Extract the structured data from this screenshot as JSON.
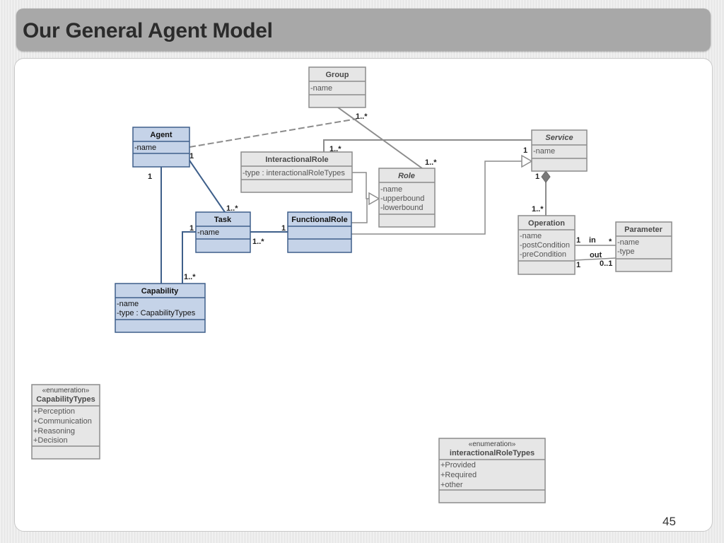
{
  "slide": {
    "title": "Our General Agent Model",
    "page_number": "45"
  },
  "colors": {
    "blue_fill": "#c5d3e8",
    "blue_stroke": "#3e5f8a",
    "gray_fill": "#e6e6e6",
    "gray_stroke": "#8c8c8c",
    "title_bar": "#a8a8a8"
  },
  "classes": {
    "group": {
      "name": "Group",
      "attributes": [
        "-name"
      ]
    },
    "agent": {
      "name": "Agent",
      "attributes": [
        "-name"
      ]
    },
    "interactional_role": {
      "name": "InteractionalRole",
      "attributes": [
        "-type : interactionalRoleTypes"
      ]
    },
    "role": {
      "name": "Role",
      "attributes": [
        "-name",
        "-upperbound",
        "-lowerbound"
      ]
    },
    "service": {
      "name": "Service",
      "attributes": [
        "-name"
      ]
    },
    "task": {
      "name": "Task",
      "attributes": [
        "-name"
      ]
    },
    "functional_role": {
      "name": "FunctionalRole",
      "attributes": []
    },
    "operation": {
      "name": "Operation",
      "attributes": [
        "-name",
        "-postCondition",
        "-preCondition"
      ]
    },
    "parameter": {
      "name": "Parameter",
      "attributes": [
        "-name",
        "-type"
      ]
    },
    "capability": {
      "name": "Capability",
      "attributes": [
        "-name",
        "-type : CapabilityTypes"
      ]
    }
  },
  "enumerations": {
    "capability_types": {
      "stereotype": "«enumeration»",
      "name": "CapabilityTypes",
      "literals": [
        "+Perception",
        "+Communication",
        "+Reasoning",
        "+Decision"
      ]
    },
    "interactional_role_types": {
      "stereotype": "«enumeration»",
      "name": "interactionalRoleTypes",
      "literals": [
        "+Provided",
        "+Required",
        "+other"
      ]
    }
  },
  "multiplicities": {
    "group_role_group_end": "1..*",
    "group_role_role_end": "1..*",
    "agent_group": "1..*",
    "agent_task_agent_end": "1",
    "agent_task_task_end": "1..*",
    "agent_capability": "1",
    "service_interactional_role": "1..*",
    "service_end": "1",
    "service_composition": "1",
    "operation_end": "1..*",
    "task_capability_task_end": "1",
    "task_capability_capability_end": "1..*",
    "task_functional_role_task_end": "1..*",
    "functional_role_end": "1",
    "in_operation_end": "1",
    "in_label": "in",
    "in_parameter_end": "*",
    "out_operation_end": "1",
    "out_label": "out",
    "out_parameter_end": "0..1"
  }
}
